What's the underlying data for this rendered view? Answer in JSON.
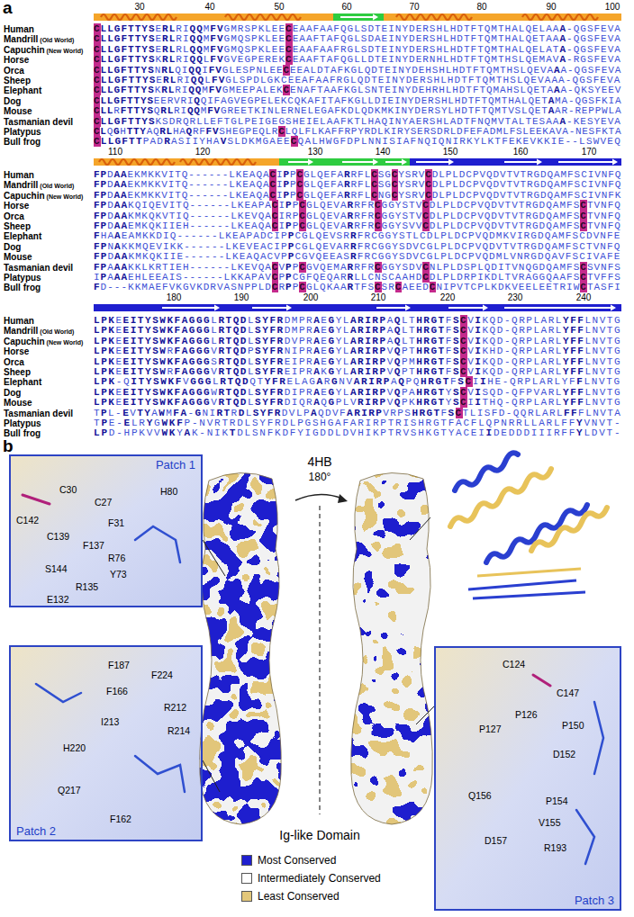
{
  "diagram": {
    "nodes": [
      {
        "text": [
          "Patch 1"
        ]
      },
      {
        "text": [
          "Patch 2"
        ]
      },
      {
        "text": [
          "Patch 3"
        ]
      }
    ],
    "labels": [
      "a",
      "30",
      "40",
      "50",
      "60",
      "70",
      "80",
      "90",
      "100",
      "Human",
      "CLLGFTTYSERLRIQQMFVGMRSPKLEECEAAFAAFQGLSDTEINYDERSHLHDTFTQMTHALQELAAA-QGSFEVA",
      "Mandrill",
      "(Old World)",
      "CLLGFTTYSERLRIQQMFVGMQSPKLEECEAAFTAFQGLSDAEINYDERSHLHDTFTQMTHALQETAAA-QGSFEVA",
      "Capuchin",
      "(New World)",
      "CLLGFTTYSERLRLQQMFVGMQSPKLEECEAAFAAFRGLSDTEINYDERSHLHDTFTQMTHALQELATA-QGSFEVA",
      "Horse",
      "CLLGFTTYSKRLRIQQLFVGVEGPEREKCEAAFTAFQGLLDTEINYDERNHLHDTFTQMTHSLQEMAVA-RGSFEVA",
      "Orca",
      "CLLGFTTYSNRLQIQQIFVGLESPNLEECEEALDTAFKGLQDTEINYDEHSHLHDTFTQMTHSLQEVAAA-QGSFEVA",
      "Sheep",
      "CLLGFTTYSERLRIQQLFVGLSPDLGKCEEAFAAFRGLQDTEINYDERSHLHDTFTQMTHSLQEVAAA-QGSFEVA",
      "Elephant",
      "CLLGFTTYSKRLRIQQMFVGMEEPALEKCENAFTAAFKGLSNTEINYDEHRHLHDTFTQMAHSLQETAAA-QKSYEEV",
      "Dog",
      "CLLGFTTYSEERVRIQQIFAGVEGPELEKCQKAFITAFKGLLDIEINYDERSHLHDTFTQMTHALQETAMA-QGSFKIA",
      "Mouse",
      "CLLRFTTYSQRLRIQQMFVGREETKINLERNELEGAFKDLQDKMKINYDERSYLHDTFTQMTVSLQETAAR-REPPWLA",
      "Tasmanian devil",
      "CLLGFTTYSKSDRQRLLEFTGLPEIGEGSHEIELAAFKTLHAQINYAERSHLADTFNQMVTALTESAAA-KESYEVA",
      "Platypus",
      "CLQGHTTYAQRLHAQRFFVSHEGPEQLRCLQLFLKAFFRPYRDLKIRYSERSDRLDFEFADMLFSLEEKAVA-NESFKTA",
      "Bull frog",
      "CLLGFTTPADRASIIYHAVSLDKMGAEECQALHWGFDPLNNISIAFNQIQNIRKYLKTFEKEVKKIE--LSWVEQ",
      "110",
      "120",
      "130",
      "140",
      "150",
      "160",
      "170",
      "Human",
      "FPDAAEKMKKVITQ------LKEAQACIPPCGLQEFARRFLCSGCYSRVCDLPLDCPVQDVTVTRGDQAMFSCIVNFQ",
      "Mandrill",
      "(Old World)",
      "FPDAAEKMKKVITQ------LKEAQACIPPCGLQEFARRFLCSGCYSRVCDLPLDCPVQDVTVTRGDQAMFSCIVNFQ",
      "Capuchin",
      "(New World)",
      "FPDAAEKMKKVITQ------LKEAQACIPPCGLQEFARRFLCNGCYSRVCDLPLDCPVQDVTVTRGDQAMFSCIVNFK",
      "Horse",
      "FPDAAKQIQEVITQ------LKEAPACIPPCGLQEVARRFRCGGYSTVCDLPLDCPVQDVTVTRGDQAMFSCTVNFQ",
      "Orca",
      "FPDAAKMKQKVTIQ------LKEVQACIRPCGLQEVARRFRCGGYSTVCDLPLDCPVQDVTVTRGDQAMFSCTVNFQ",
      "Sheep",
      "FPDAAEMKQKIIEH------LKEAQACIPPCGLQEVARRFRCGGYSVVCDLPLDCPVQDVTVTRGDQAMFSCTVNFQ",
      "Elephant",
      "FHAAEAMKKDIQ------LKEAPADCIPPCGLQEVSRRFRCGGYSTLCDLPLDCPVQDMKVIRGDQAMFSCDVNFE",
      "Dog",
      "FPNAKKMQEVIKK------LKEVEACIPPCGLQEVARRFRCGGYSDVCGLPLDCPVQDVTVTRGDQAMFSCTVNFQ",
      "Mouse",
      "FPDAAKMKQKIIE------LKEAQACVPPCGVQEEASRFRCGGYSDVCGLPLDCPVQDMLVNRGDQAVFSCIVAFE",
      "Tasmanian devil",
      "FPAAAKKLKRTIEH------LKEVQACVPPCGVQEMARRFRCGGYSDVCNLPLDSPLQDITVNQGDQAMFSCSVNFS",
      "Platypus",
      "IPAAAEHLEEAIS------LKKAPAVCPPCGFQEQARRLLCNSCAAHDCDLPLDRPIKDLTVRAGGQAAFSCTVFFS",
      "Bull frog",
      "FD---KKMAEFVKGVKDRVASNPPLDCRPPCGLQKAARTFSCSRCAEEDCNIPVTCPLKDKVEELEETRIWCTASFI",
      "180",
      "190",
      "200",
      "210",
      "220",
      "230",
      "240",
      "Human",
      "LPKEEITYSWKFAGGGLRTQDLSYFRDMPRAEGYLARIRPAQLTHRGTFSCVIKQD-QRPLARLYFFLNVTG",
      "Mandrill",
      "(Old World)",
      "LPKEEITYSWKFAGGGLRTQDLSYFRDMPRAEGYLARIRPAQLTHRGTFSCVIKQD-QRPLARLYFFLNVTG",
      "Capuchin",
      "(New World)",
      "LPKEEITYSWKFAGGGLRTQDLSYFRDVPRAEGYLARIRPAQLTHRGTFSCVIKQD-QRPLARLYFFLNVTG",
      "Horse",
      "LPKEEITYSWRFAGGGVRTQDPSYFRNIPRAEGYLARIRPVQPTHRGTFSCVIKHD-QRPLARLYFFLNVTG",
      "Orca",
      "LPKEEITYSWKFAGGGSRTQDLSYFREIPRAEGYLARIRPVQPMHRGTFSCVIKQD-QRPLARLYFFLNVTG",
      "Sheep",
      "LPKEEITYSWRFAGGGVRTQDLSYFREIPRAKGYLARIRPVQPTHRGTFSCVIKQD-QRPLARLYFFLNVTG",
      "Elephant",
      "LPK-QITYSWKFVGGGLRTQDQTYFRELAGARGNVARIRPAQPQHRGTFSCIIHE-QRPLARLYFFLNVTG",
      "Dog",
      "LPKEEITYSWKFAGGGWRTQDLSYFRDIPRAEGYLARIRPVQPAHRGTYSCVISQD-QFPVARLYFFLNVTG",
      "Mouse",
      "LPKEEITYSWKFAGGGVRTQDLSYFRDIQRAQGPLVRIRPVQPKHRGTYSCIITHQ-QRPLARLYFFLNVTG",
      "Tasmanian devil",
      "TPL-EVTYAWMFA-GNIRTRDLSYFRDVLPAQDVFARIRPVRPSHRGTFSCTLISFD-QQRLARLFFFLNVTA",
      "Platypus",
      "TPE-ELRYGWKFP-NVRTRDLSYFRDLPGSHGAFARIRPTRISHRGTFACFLQPNRRLLARLFFYVNVT-",
      "Bull frog",
      "LPD-HPKVVWKYAK-NIKTDLSNFKDFYIGDDLDVHIKPTRVSHKGTYACEIIDEDDDIIIRFFYLDVT-",
      "b",
      "4HB",
      "180°",
      "Ig-like Domain",
      "C30",
      "C27",
      "H80",
      "F31",
      "C142",
      "C139",
      "F137",
      "R76",
      "S144",
      "Y73",
      "R135",
      "E132",
      "F187",
      "F224",
      "F166",
      "R212",
      "I213",
      "R214",
      "H220",
      "Q217",
      "F162",
      "C124",
      "C147",
      "P126",
      "P127",
      "P150",
      "D152",
      "P154",
      "Q156",
      "V155",
      "D157",
      "R193"
    ],
    "legend": [
      {
        "text": "Most Conserved",
        "color": "#1f1fcf"
      },
      {
        "text": "Intermediately Conserved",
        "color": "#ffffff"
      },
      {
        "text": "Least Conserved",
        "color": "#e3c77a"
      }
    ]
  }
}
